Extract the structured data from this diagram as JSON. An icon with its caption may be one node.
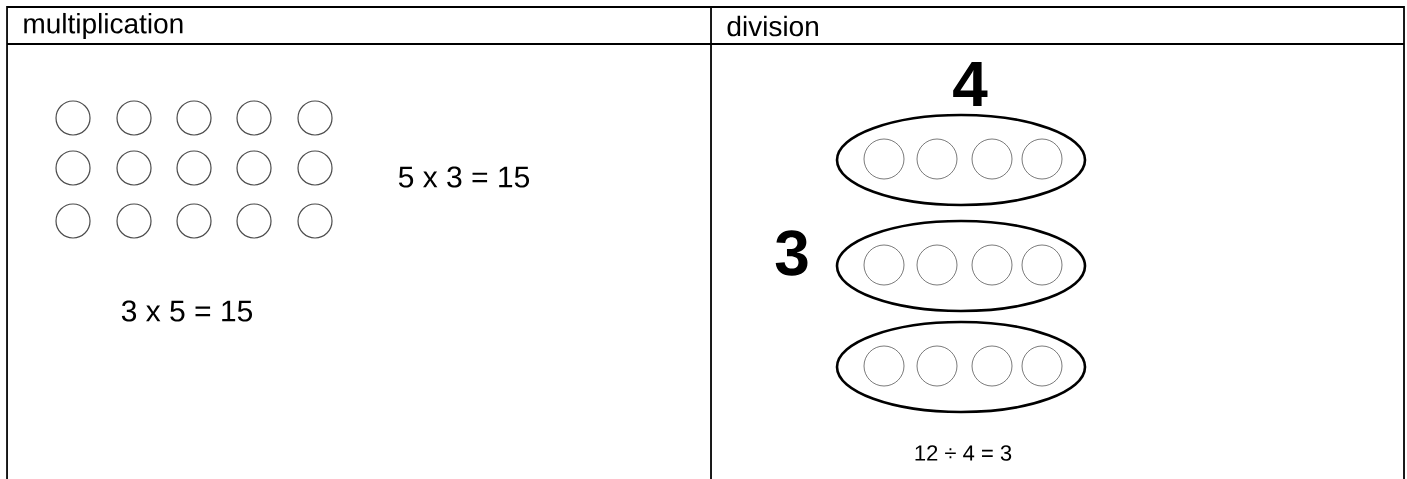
{
  "diagram": {
    "labels": [
      "multiplication",
      "division",
      "5 x 3 = 15",
      "3 x 5 = 15",
      "4",
      "3",
      "12 ÷ 4 = 3"
    ]
  }
}
